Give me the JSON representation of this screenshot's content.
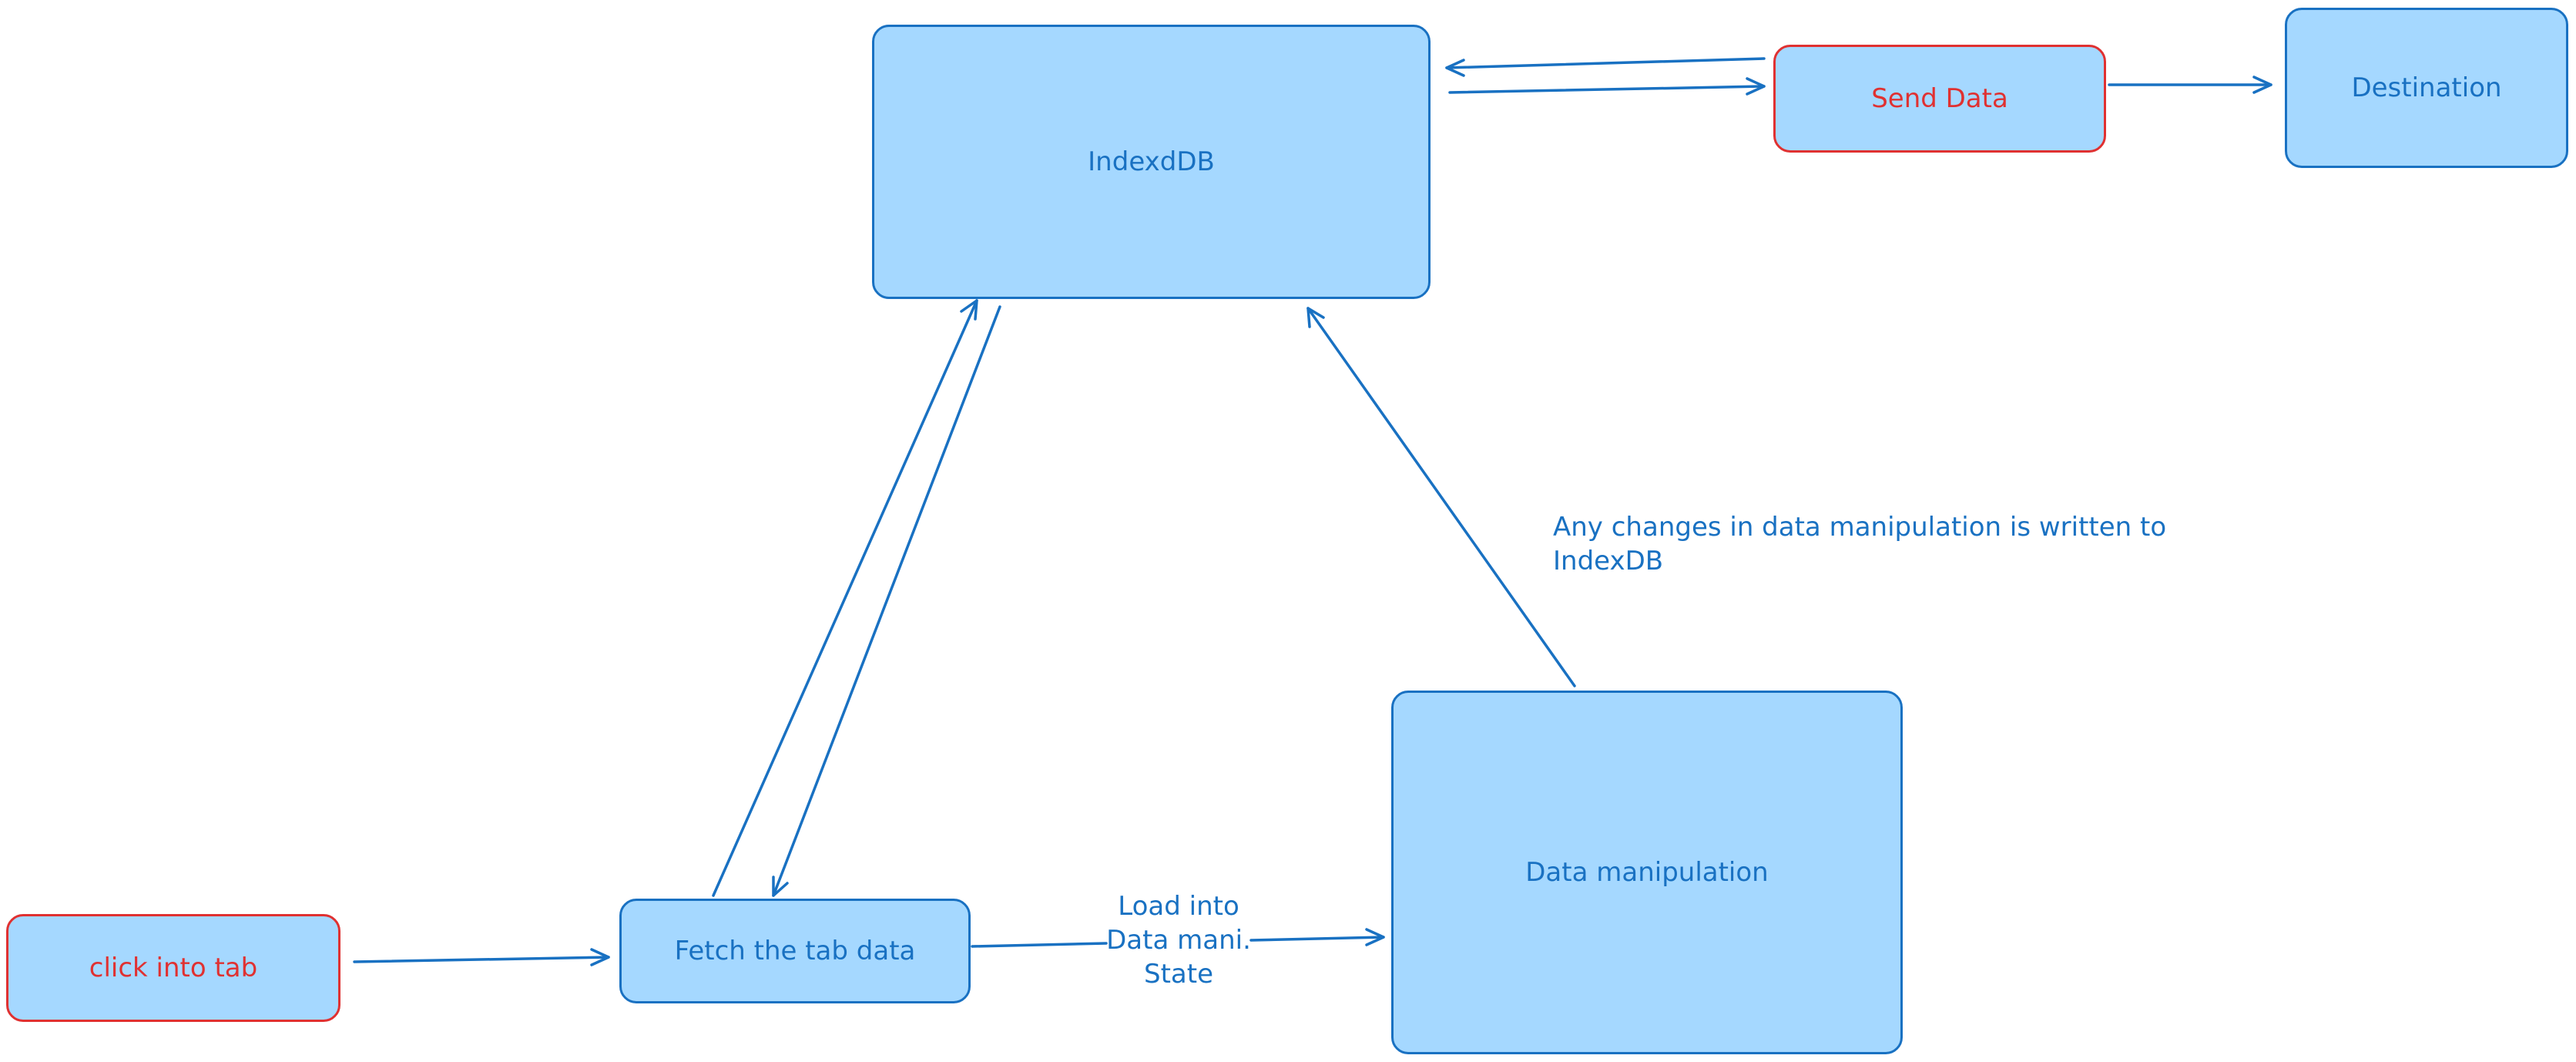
{
  "diagram": {
    "nodes": {
      "indexeddb": {
        "label": "IndexdDB"
      },
      "send_data": {
        "label": "Send Data"
      },
      "destination": {
        "label": "Destination"
      },
      "click_into_tab": {
        "label": "click into tab"
      },
      "fetch_tab_data": {
        "label": "Fetch the tab data"
      },
      "data_manipulation": {
        "label": "Data manipulation"
      }
    },
    "annotations": {
      "write_back_line1": "Any changes in data manipulation is written to",
      "write_back_line2": "IndexDB",
      "load_line1": "Load into",
      "load_line2": "Data mani.",
      "load_line3": "State"
    }
  },
  "colors": {
    "box_fill": "#a5d8ff",
    "box_stroke_blue": "#1971c2",
    "box_stroke_red": "#e03131",
    "arrow": "#1971c2"
  }
}
